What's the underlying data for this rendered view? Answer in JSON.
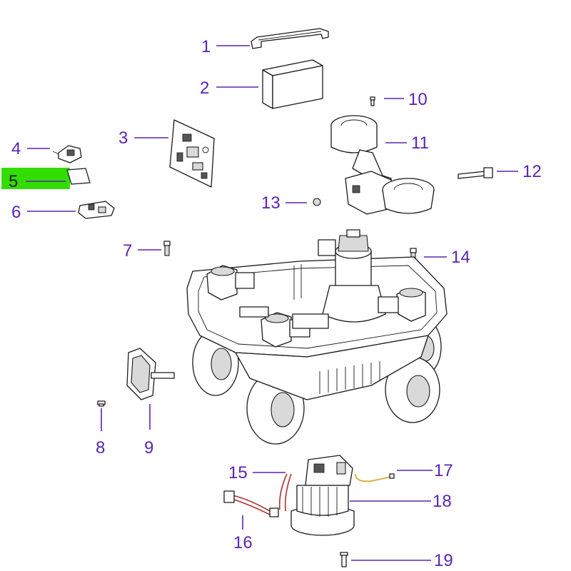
{
  "highlight_color": "#33dd00",
  "callout_color": "#5b23b4",
  "highlighted_callout": "5",
  "callouts": [
    {
      "id": "1",
      "label": "1"
    },
    {
      "id": "2",
      "label": "2"
    },
    {
      "id": "3",
      "label": "3"
    },
    {
      "id": "4",
      "label": "4"
    },
    {
      "id": "5",
      "label": "5"
    },
    {
      "id": "6",
      "label": "6"
    },
    {
      "id": "7",
      "label": "7"
    },
    {
      "id": "8",
      "label": "8"
    },
    {
      "id": "9",
      "label": "9"
    },
    {
      "id": "10",
      "label": "10"
    },
    {
      "id": "11",
      "label": "11"
    },
    {
      "id": "12",
      "label": "12"
    },
    {
      "id": "13",
      "label": "13"
    },
    {
      "id": "14",
      "label": "14"
    },
    {
      "id": "15",
      "label": "15"
    },
    {
      "id": "16",
      "label": "16"
    },
    {
      "id": "17",
      "label": "17"
    },
    {
      "id": "18",
      "label": "18"
    },
    {
      "id": "19",
      "label": "19"
    }
  ]
}
